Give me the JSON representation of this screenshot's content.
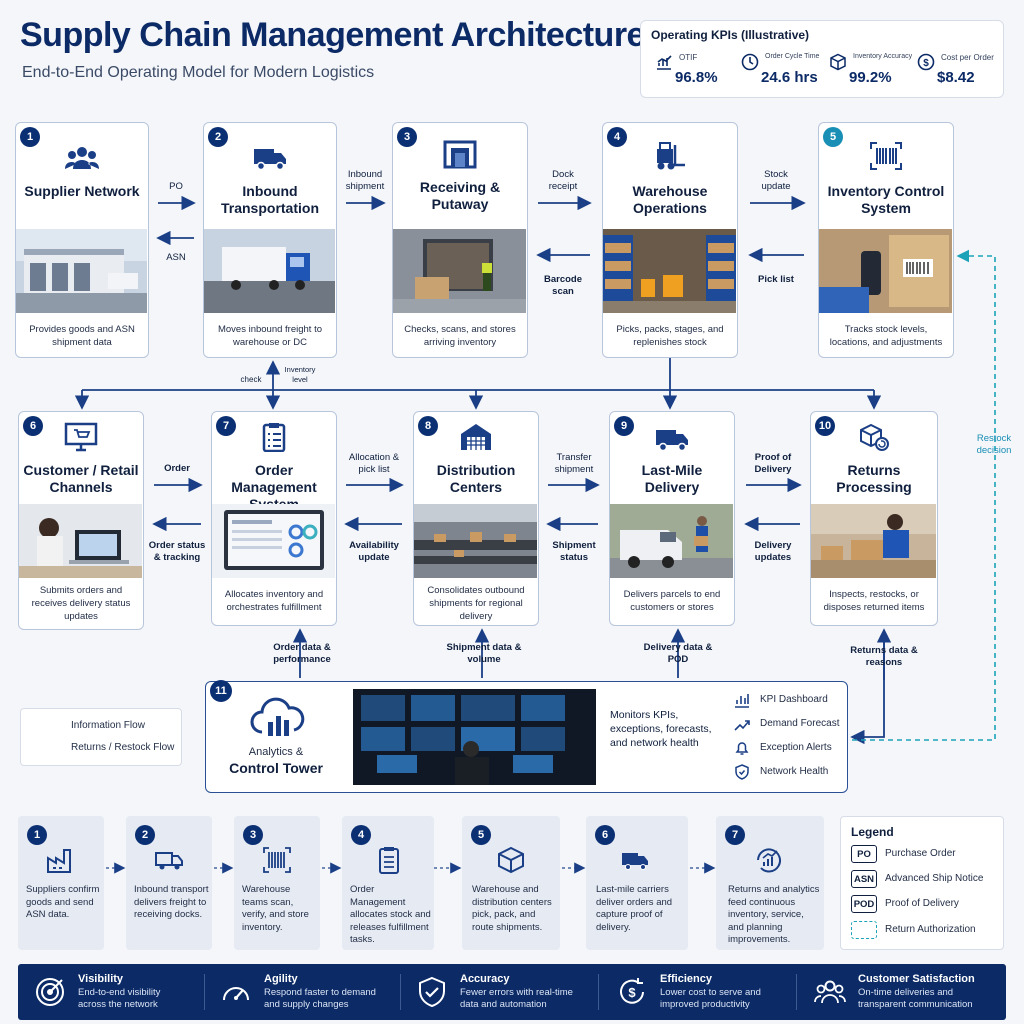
{
  "header": {
    "title": "Supply Chain Management Architecture",
    "subtitle": "End-to-End Operating Model for Modern Logistics"
  },
  "kpis": {
    "title": "Operating KPIs (Illustrative)",
    "items": [
      {
        "label": "OTIF",
        "value": "96.8%",
        "icon": "chart-icon"
      },
      {
        "label": "Order Cycle Time",
        "value": "24.6 hrs",
        "icon": "clock-icon"
      },
      {
        "label": "Inventory Accuracy",
        "value": "99.2%",
        "icon": "box-icon"
      },
      {
        "label": "Cost per Order",
        "value": "$8.42",
        "icon": "dollar-icon"
      }
    ]
  },
  "cards": [
    {
      "num": "1",
      "title": "Supplier Network",
      "desc": "Provides goods and ASN shipment data",
      "icon": "people-icon"
    },
    {
      "num": "2",
      "title": "Inbound Transportation",
      "desc": "Moves inbound freight to warehouse or DC",
      "icon": "truck-icon"
    },
    {
      "num": "3",
      "title": "Receiving & Putaway",
      "desc": "Checks, scans, and stores arriving inventory",
      "icon": "dock-icon"
    },
    {
      "num": "4",
      "title": "Warehouse Operations",
      "desc": "Picks, packs, stages, and replenishes stock",
      "icon": "forklift-icon"
    },
    {
      "num": "5",
      "title": "Inventory Control System",
      "desc": "Tracks stock levels, locations, and adjustments",
      "icon": "barcode-icon"
    },
    {
      "num": "6",
      "title": "Customer / Retail Channels",
      "desc": "Submits orders and receives delivery status updates",
      "icon": "monitor-cart-icon"
    },
    {
      "num": "7",
      "title": "Order Management System",
      "desc": "Allocates inventory and orchestrates fulfillment",
      "icon": "clipboard-icon"
    },
    {
      "num": "8",
      "title": "Distribution Centers",
      "desc": "Consolidates outbound shipments for regional delivery",
      "icon": "warehouse-icon"
    },
    {
      "num": "9",
      "title": "Last-Mile Delivery",
      "desc": "Delivers parcels to end customers or stores",
      "icon": "delivery-truck-icon"
    },
    {
      "num": "10",
      "title": "Returns Processing",
      "desc": "Inspects, restocks, or disposes returned items",
      "icon": "return-box-icon"
    }
  ],
  "flows": {
    "po": "PO",
    "asn": "ASN",
    "inbound_shipment": "Inbound shipment",
    "dock_receipt": "Dock receipt",
    "barcode_scan": "Barcode scan",
    "stock_update": "Stock update",
    "pick_list": "Pick list",
    "check": "check",
    "inventory_level": "Inventory level",
    "order": "Order",
    "order_status": "Order status & tracking",
    "allocation": "Allocation & pick list",
    "availability": "Availability update",
    "transfer_shipment": "Transfer shipment",
    "shipment_status": "Shipment status",
    "proof_of_delivery": "Proof of Delivery",
    "delivery_updates": "Delivery updates",
    "restock_decision": "Restock decision",
    "order_data": "Order data & performance",
    "shipment_data": "Shipment data & volume",
    "delivery_data": "Delivery data & POD",
    "returns_data": "Returns data & reasons"
  },
  "flow_legend": {
    "info": "Information Flow",
    "returns": "Returns / Restock Flow"
  },
  "tower": {
    "num": "11",
    "title_small": "Analytics &",
    "title": "Control Tower",
    "desc": "Monitors KPIs, exceptions, forecasts, and network health",
    "features": [
      "KPI Dashboard",
      "Demand Forecast",
      "Exception Alerts",
      "Network Health"
    ]
  },
  "steps": [
    {
      "num": "1",
      "text": "Suppliers confirm goods and send ASN data.",
      "icon": "factory-icon"
    },
    {
      "num": "2",
      "text": "Inbound transport delivers freight to receiving docks.",
      "icon": "truck-icon"
    },
    {
      "num": "3",
      "text": "Warehouse teams scan, verify, and store inventory.",
      "icon": "barcode-icon"
    },
    {
      "num": "4",
      "text": "Order Management allocates stock and releases fulfillment tasks.",
      "icon": "clipboard-icon"
    },
    {
      "num": "5",
      "text": "Warehouse and distribution centers pick, pack, and route shipments.",
      "icon": "box-icon"
    },
    {
      "num": "6",
      "text": "Last-mile carriers deliver orders and capture proof of delivery.",
      "icon": "truck-icon"
    },
    {
      "num": "7",
      "text": "Returns and analytics feed continuous inventory, service, and planning improvements.",
      "icon": "growth-icon"
    }
  ],
  "legend": {
    "title": "Legend",
    "items": [
      {
        "code": "PO",
        "text": "Purchase Order"
      },
      {
        "code": "ASN",
        "text": "Advanced Ship Notice"
      },
      {
        "code": "POD",
        "text": "Proof of Delivery"
      },
      {
        "code": "",
        "text": "Return Authorization"
      }
    ]
  },
  "benefits": [
    {
      "title": "Visibility",
      "desc1": "End-to-end visibility",
      "desc2": "across the network",
      "icon": "target-icon"
    },
    {
      "title": "Agility",
      "desc1": "Respond faster to demand",
      "desc2": "and supply changes",
      "icon": "gauge-icon"
    },
    {
      "title": "Accuracy",
      "desc1": "Fewer errors with real-time",
      "desc2": "data and automation",
      "icon": "shield-check-icon"
    },
    {
      "title": "Efficiency",
      "desc1": "Lower cost to serve and",
      "desc2": "improved productivity",
      "icon": "dollar-cycle-icon"
    },
    {
      "title": "Customer Satisfaction",
      "desc1": "On-time deliveries and",
      "desc2": "transparent communication",
      "icon": "users-icon"
    }
  ]
}
